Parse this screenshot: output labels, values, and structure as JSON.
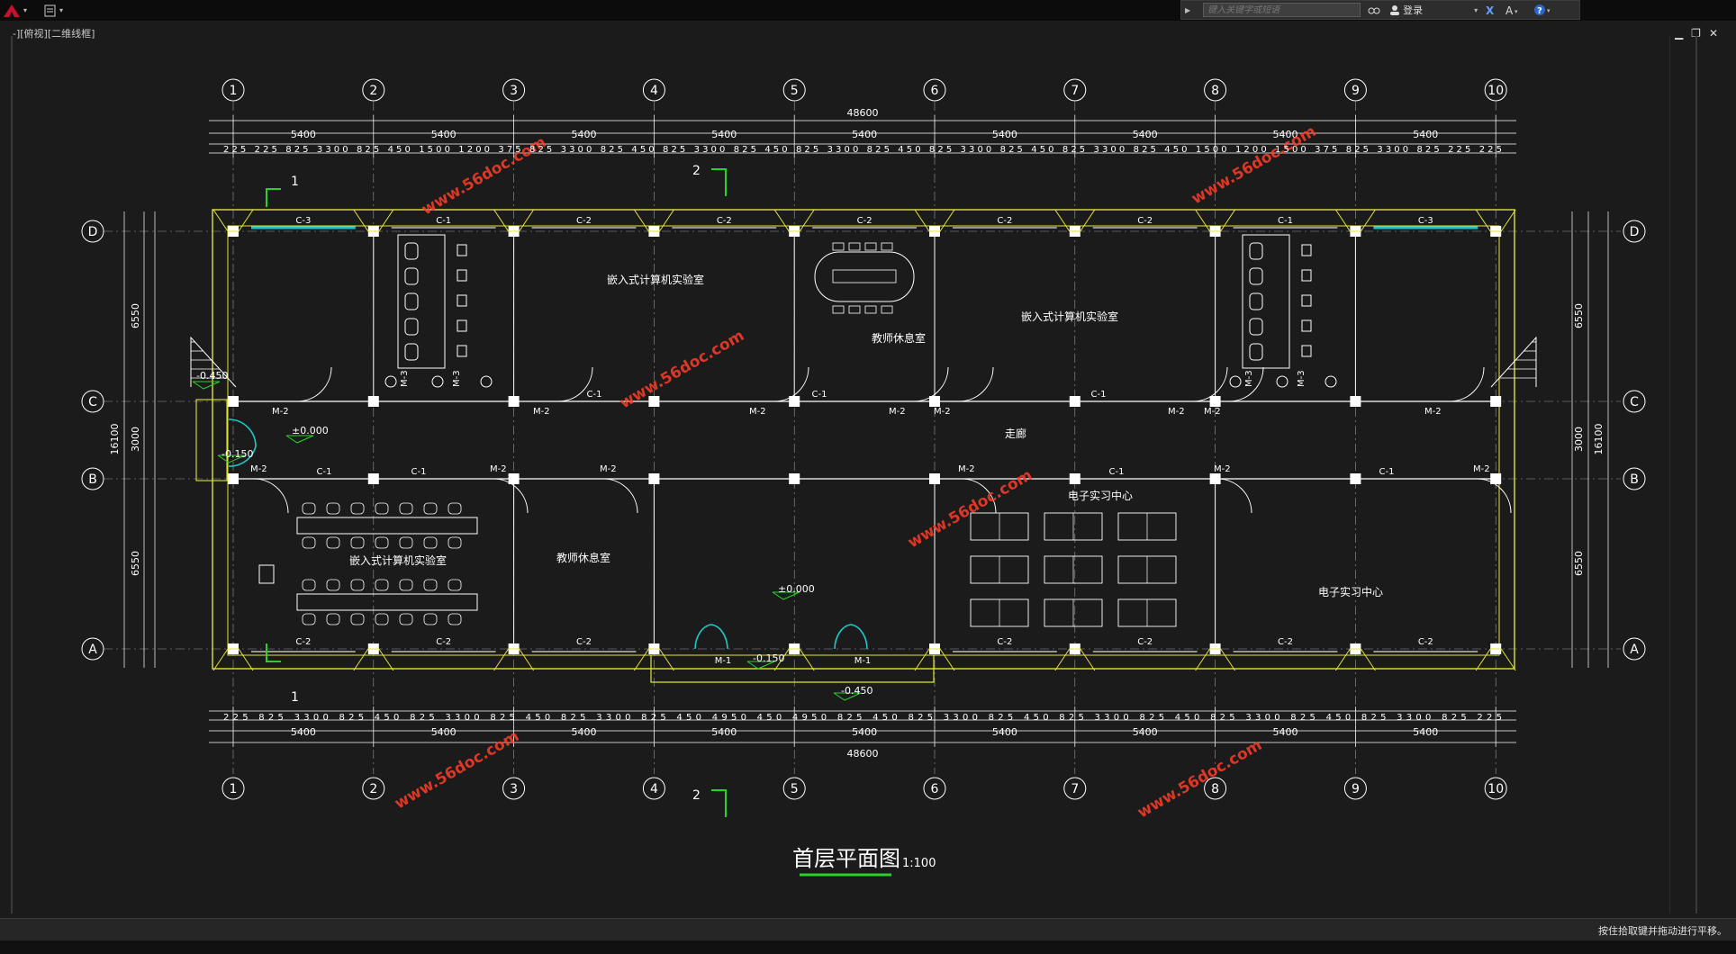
{
  "ui": {
    "viewport_label": "-][俯视][二维线框]",
    "search_placeholder": "键入关键字或短语",
    "login_label": "登录",
    "status_message": "按住拾取键并拖动进行平移。",
    "colors": {
      "background": "#1b1b1b",
      "walls": "#e2e23c",
      "lines": "#ffffff",
      "section": "#28d228",
      "window_cyan": "#1ec8c8",
      "watermark": "#ff3c28"
    }
  },
  "drawing": {
    "title": "首层平面图",
    "scale": "1:100",
    "column_labels": [
      "1",
      "2",
      "3",
      "4",
      "5",
      "6",
      "7",
      "8",
      "9",
      "10"
    ],
    "row_labels": [
      "D",
      "C",
      "B",
      "A"
    ],
    "total_dim": "48600",
    "bay_dims": [
      "5400",
      "5400",
      "5400",
      "5400",
      "5400",
      "5400",
      "5400",
      "5400",
      "5400"
    ],
    "top_detail_dims": "225 225 825   3300   825 450 1500 1200  375 825   3300   825 450 825   3300   825 450 825   3300   825 450 825   3300   825 450 825   3300   825 450 1500 1200 1500 375 825   3300   825 225 225",
    "bottom_detail_dims": "225 825   3300   825 450 825   3300   825 450 825   3300   825 450   4950   450   4950   825 450 825   3300   825 450 825   3300   825 450 825   3300   825 450 825   3300   825 225",
    "left_dims": {
      "outer": "16100",
      "upper": "6550",
      "middle": "3000",
      "lower": "6550"
    },
    "rooms": {
      "lab_top_left": "嵌入式计算机实验室",
      "teacher_lounge_top": "教师休息室",
      "lab_top_right": "嵌入式计算机实验室",
      "corridor": "走廊",
      "lab_bottom_left": "嵌入式计算机实验室",
      "teacher_lounge_bottom": "教师休息室",
      "electronic_center_1": "电子实习中心",
      "electronic_center_2": "电子实习中心"
    },
    "window_tags": [
      "C-1",
      "C-2",
      "C-3"
    ],
    "door_tags": [
      "M-1",
      "M-2",
      "M-3"
    ],
    "elevations": [
      "-0.450",
      "-0.150",
      "±0.000",
      "±0.000",
      "-0.150",
      "-0.450"
    ],
    "section_marks": [
      "1",
      "1",
      "2",
      "2"
    ],
    "watermark": "www.56doc.com"
  }
}
